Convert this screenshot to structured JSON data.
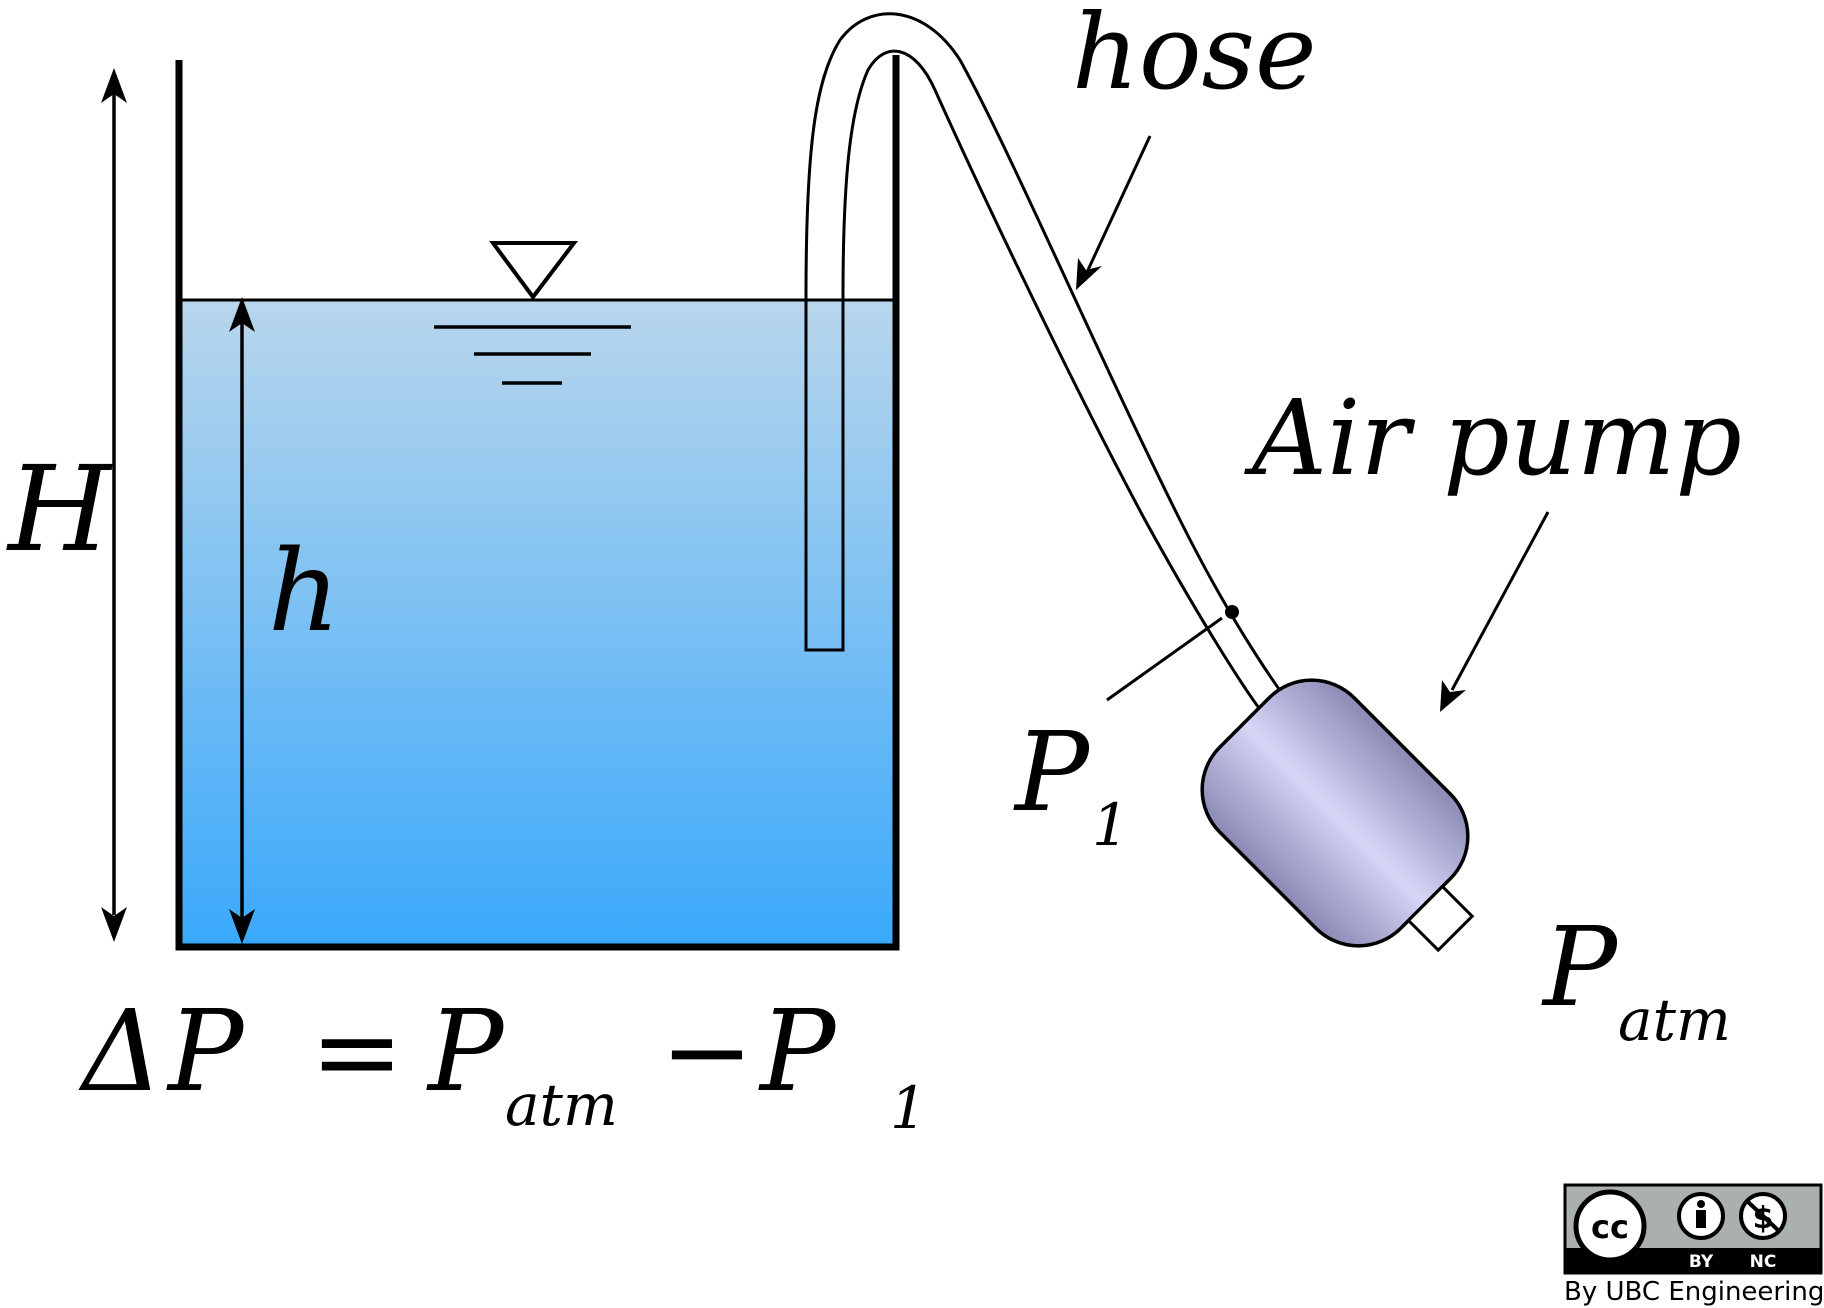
{
  "labels": {
    "H": "H",
    "h": "h",
    "hose": "hose",
    "air_pump": "Air pump",
    "p1_main": "P",
    "p1_sub": "1",
    "patm_main": "P",
    "patm_sub": "atm"
  },
  "equation": {
    "delta": "Δ",
    "p_left": "P",
    "equals": "=",
    "p_atm": "P",
    "atm_sub": "atm",
    "minus": "−",
    "p_1": "P",
    "one_sub": "1"
  },
  "license": {
    "cc": "cc",
    "by": "BY",
    "nc": "NC",
    "credit": "By UBC Engineering"
  },
  "colors": {
    "water_top": "#b9d6ec",
    "water_bottom": "#3aa9fb",
    "pump_dark": "#8a89b5",
    "pump_light": "#d6d6f6",
    "line": "#000000"
  },
  "icons": [
    "free-surface-triangle-icon",
    "cc-icon",
    "attribution-icon",
    "noncommercial-icon"
  ]
}
